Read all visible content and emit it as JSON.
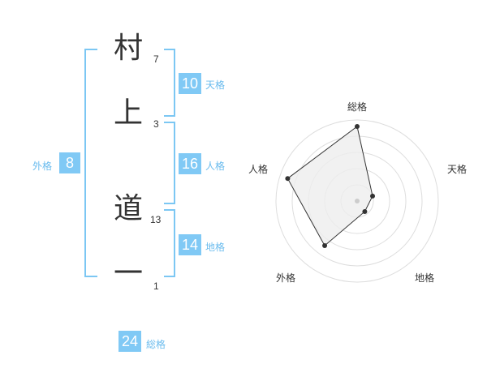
{
  "name": {
    "characters": [
      {
        "char": "村",
        "strokes": "7"
      },
      {
        "char": "上",
        "strokes": "3"
      },
      {
        "char": "道",
        "strokes": "13"
      },
      {
        "char": "一",
        "strokes": "1"
      }
    ]
  },
  "kaku": {
    "tenkaku": {
      "value": "10",
      "label": "天格"
    },
    "jinkaku": {
      "value": "16",
      "label": "人格"
    },
    "chikaku": {
      "value": "14",
      "label": "地格"
    },
    "gaikaku": {
      "value": "8",
      "label": "外格"
    },
    "soukaku": {
      "value": "24",
      "label": "総格"
    }
  },
  "radar": {
    "axes": [
      "総格",
      "天格",
      "地格",
      "外格",
      "人格"
    ],
    "values": [
      0.92,
      0.2,
      0.16,
      0.68,
      0.9
    ],
    "colors": {
      "fill": "#eeeeee",
      "grid": "#dddddd",
      "line": "#333333",
      "center": "#cccccc"
    }
  }
}
